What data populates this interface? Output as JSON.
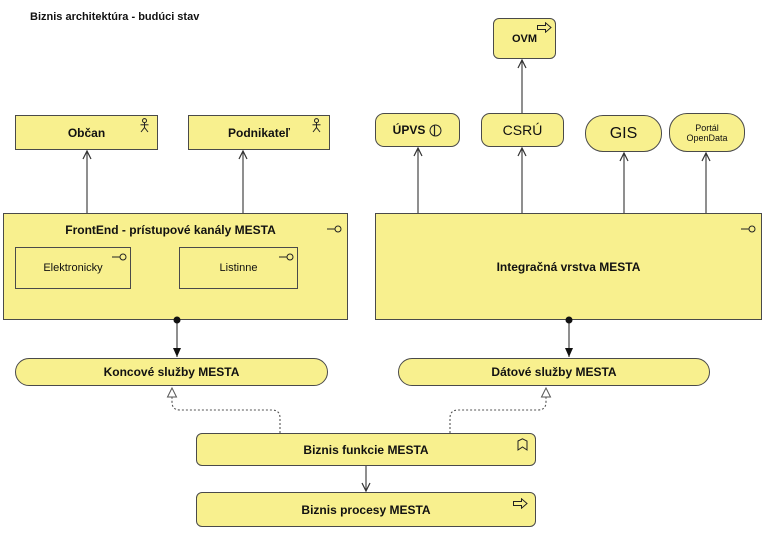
{
  "title": "Biznis architektúra - budúci stav",
  "actors": {
    "obcan": "Občan",
    "podnikatel": "Podnikateľ"
  },
  "frontend": {
    "label": "FrontEnd - prístupové kanály MESTA",
    "channels": {
      "elektronicky": "Elektronicky",
      "listinne": "Listinne"
    }
  },
  "integration": {
    "label": "Integračná vrstva MESTA"
  },
  "external": {
    "upvs": "ÚPVS",
    "csru": "CSRÚ",
    "gis": "GIS",
    "portal": [
      "Portál",
      "OpenData"
    ],
    "ovm": "OVM"
  },
  "services": {
    "koncove": "Koncové služby MESTA",
    "datove": "Dátové služby MESTA"
  },
  "business": {
    "funkcie": "Biznis funkcie MESTA",
    "procesy": "Biznis procesy MESTA"
  },
  "icons": {
    "actor": "actor-icon",
    "interface": "interface-icon",
    "upvs": "service-circle-icon",
    "process": "process-arrow-icon",
    "function": "function-bookmark-icon"
  },
  "colors": {
    "fill": "#f8f08e",
    "border": "#4a4a4a",
    "line": "#333333"
  }
}
